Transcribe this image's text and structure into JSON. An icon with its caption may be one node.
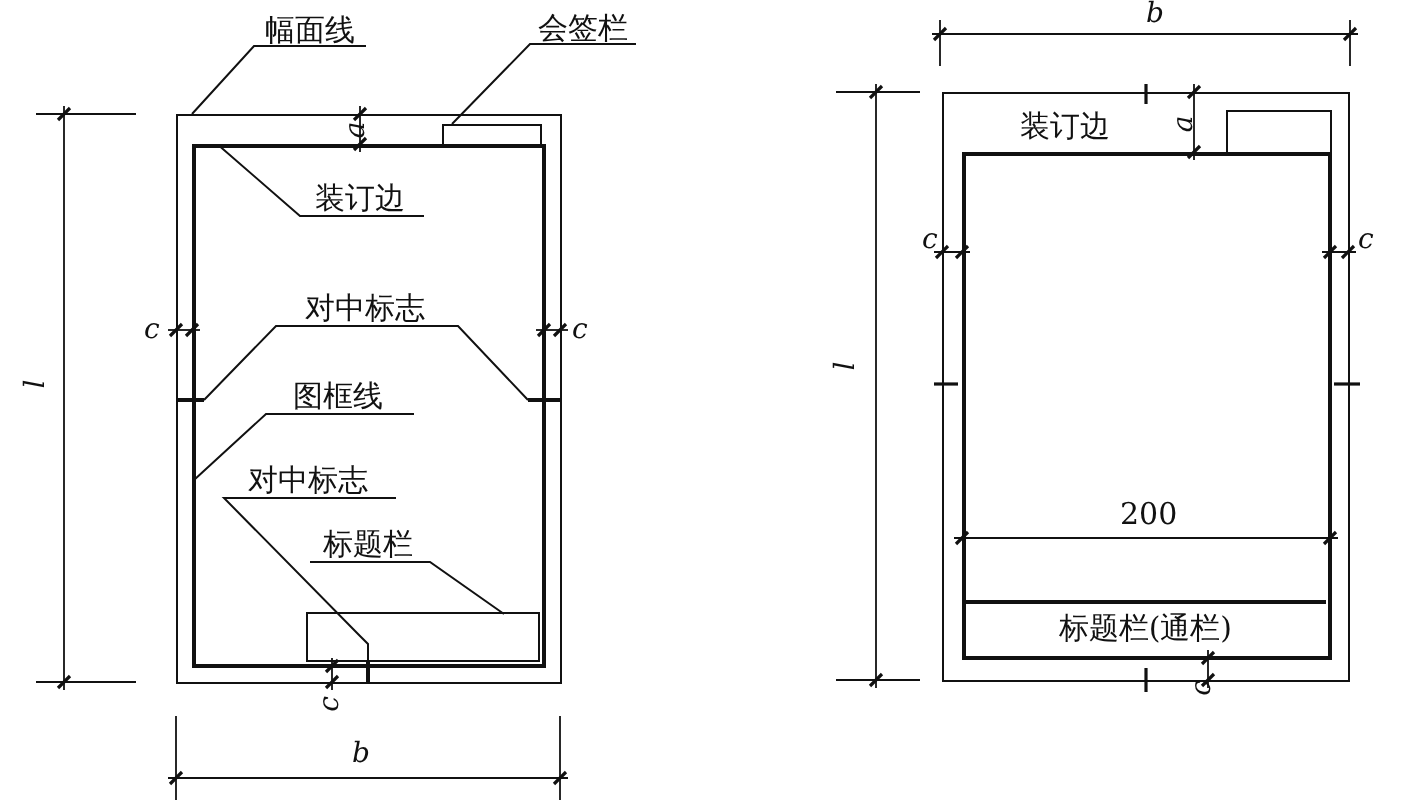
{
  "diagram": {
    "nodes": [
      {
        "text": [
          "幅面线"
        ]
      },
      {
        "text": [
          "会签栏"
        ]
      },
      {
        "text": [],
        "shape": "box"
      },
      {
        "text": [],
        "shape": "box",
        "in": 2
      },
      {
        "text": [
          "装订边"
        ],
        "in": 5
      },
      {
        "text": [],
        "shape": "box",
        "in": 2
      },
      {
        "text": [
          "对中标志"
        ],
        "in": 5
      },
      {
        "text": [],
        "shape": "bar",
        "in": 2
      },
      {
        "text": [],
        "shape": "bar",
        "in": 2
      },
      {
        "text": [
          "图框线"
        ],
        "in": 5
      },
      {
        "text": [
          "对中标志"
        ],
        "in": 5
      },
      {
        "text": [
          "标题栏"
        ],
        "in": 5
      },
      {
        "text": [],
        "shape": "box",
        "in": 5
      },
      {
        "text": [],
        "shape": "bar",
        "in": 2
      },
      {
        "text": [],
        "shape": "box"
      },
      {
        "text": [],
        "shape": "box",
        "in": 14
      },
      {
        "text": [],
        "shape": "box",
        "in": 14
      },
      {
        "text": [
          "标题栏(通栏)"
        ],
        "in": 16
      }
    ],
    "edges": [
      {
        "from": 0,
        "to": 2,
        "arrow": "none"
      },
      {
        "from": 1,
        "to": 3,
        "arrow": "none"
      },
      {
        "from": 4,
        "to": 5,
        "arrow": "none"
      },
      {
        "from": 6,
        "to": 7,
        "arrow": "none"
      },
      {
        "from": 6,
        "to": 8,
        "arrow": "none"
      },
      {
        "from": 9,
        "to": 5,
        "arrow": "none"
      },
      {
        "from": 10,
        "to": 13,
        "arrow": "none"
      },
      {
        "from": 11,
        "to": 12,
        "arrow": "none"
      }
    ],
    "labels": [
      "a",
      "c",
      "c",
      "l",
      "c",
      "b",
      "b",
      "装订边",
      "a",
      "c",
      "c",
      "l",
      "200",
      "c"
    ]
  }
}
